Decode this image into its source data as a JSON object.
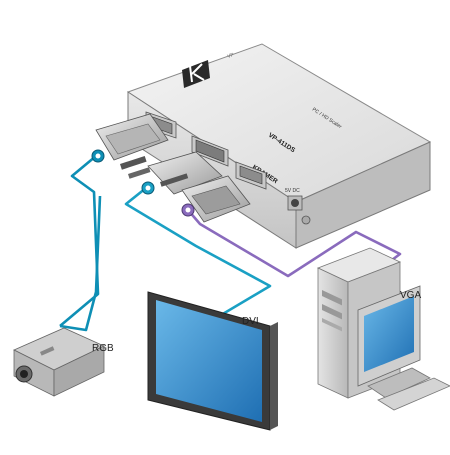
{
  "device": {
    "brand": "KRAMER",
    "model": "VP-411DS",
    "subtitle": "PC / HD Scaler",
    "power_label": "5V DC"
  },
  "connections": {
    "rgb_label": "RGB",
    "dvi_label": "DVI",
    "vga_label": "VGA"
  },
  "colors": {
    "rgb_cable": "#0e8fb5",
    "dvi_cable": "#1aa0c4",
    "vga_cable": "#8a6bbd",
    "chassis": "#d8d8d8"
  }
}
